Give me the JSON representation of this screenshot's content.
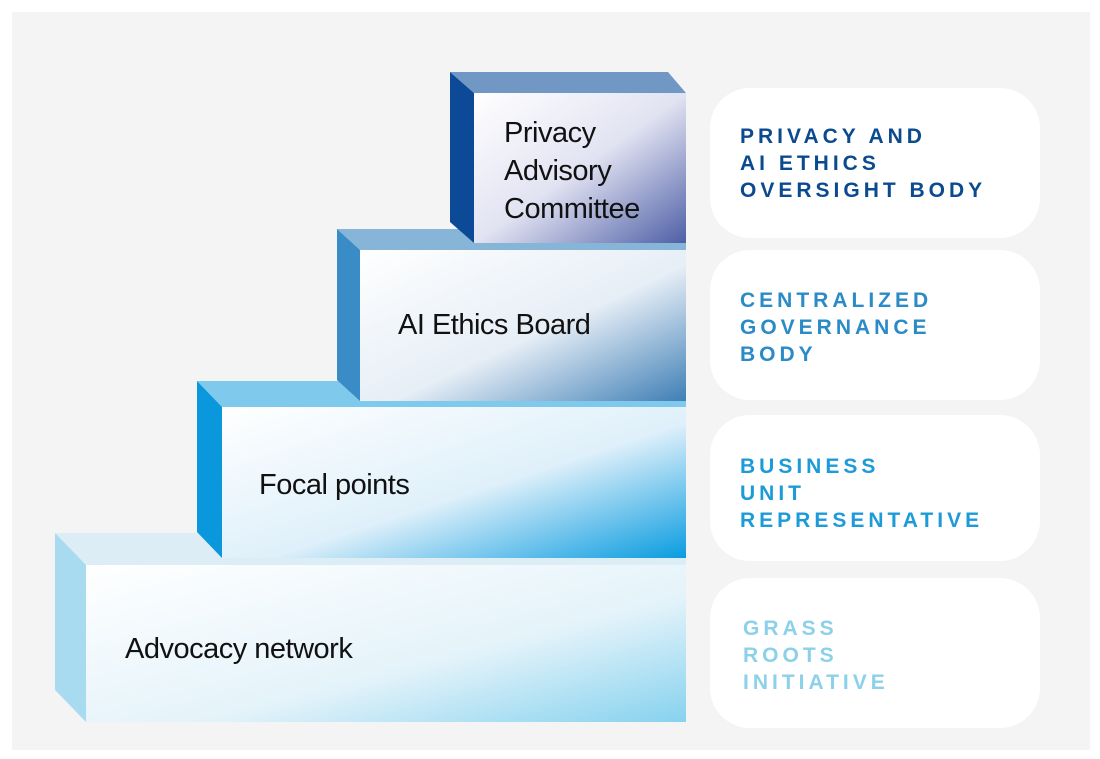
{
  "steps": [
    {
      "label": "Privacy\nAdvisory\nCommittee",
      "description": "PRIVACY AND\nAI ETHICS\nOVERSIGHT BODY",
      "color": "#0b4a8e"
    },
    {
      "label": "AI Ethics Board",
      "description": "CENTRALIZED\nGOVERNANCE\nBODY",
      "color": "#2b8bc6"
    },
    {
      "label": "Focal points",
      "description": "BUSINESS\nUNIT\nREPRESENTATIVE",
      "color": "#1d9bd8"
    },
    {
      "label": "Advocacy network",
      "description": "GRASS\nROOTS\nINITIATIVE",
      "color": "#8dd0ea"
    }
  ]
}
